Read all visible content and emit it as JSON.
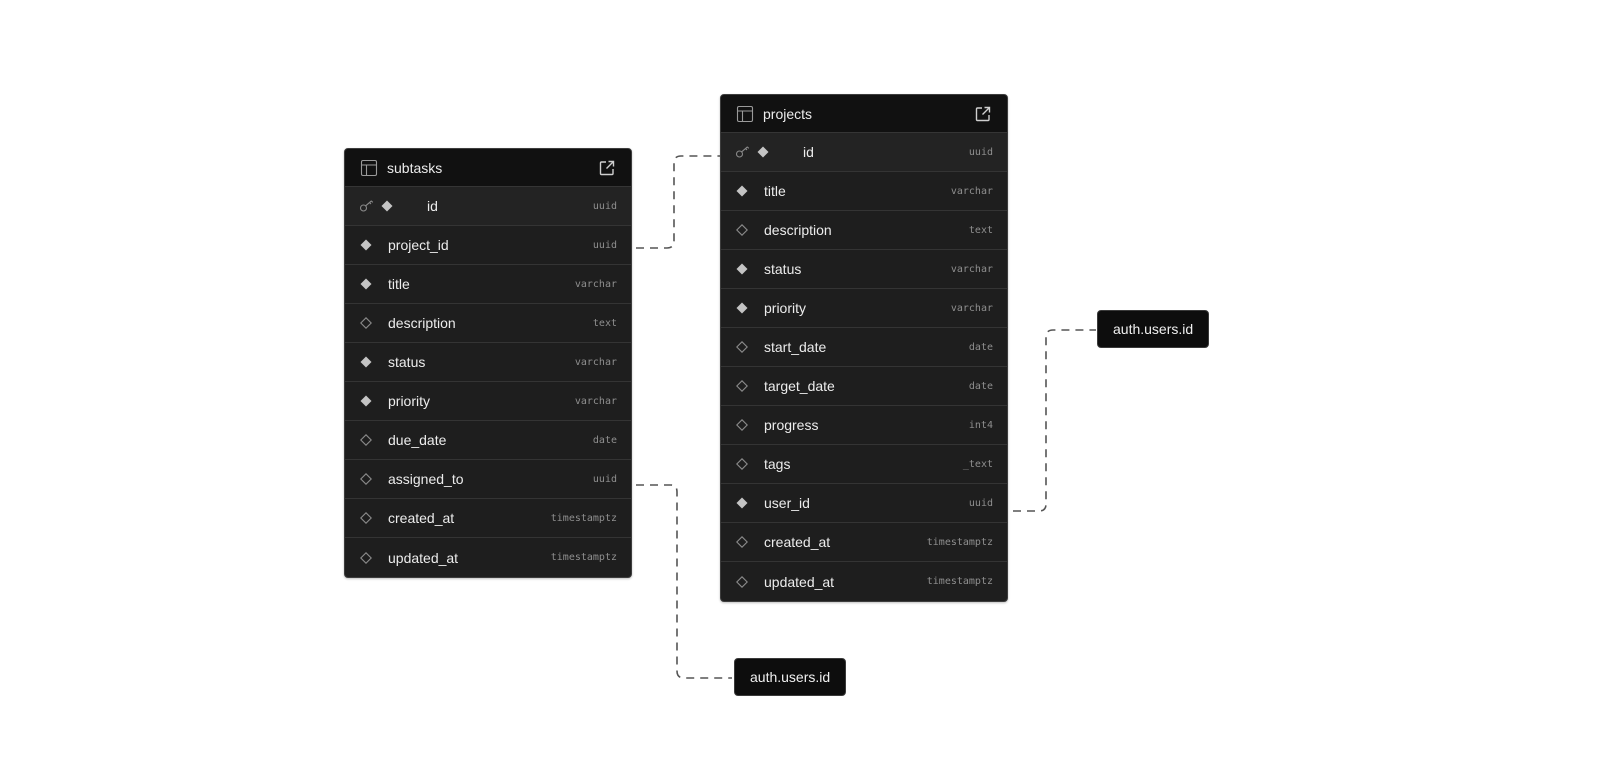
{
  "tables": [
    {
      "name": "subtasks",
      "columns": [
        {
          "name": "id",
          "type": "uuid",
          "pk": true,
          "nullable": false
        },
        {
          "name": "project_id",
          "type": "uuid",
          "nullable": false
        },
        {
          "name": "title",
          "type": "varchar",
          "nullable": false
        },
        {
          "name": "description",
          "type": "text",
          "nullable": true
        },
        {
          "name": "status",
          "type": "varchar",
          "nullable": false
        },
        {
          "name": "priority",
          "type": "varchar",
          "nullable": false
        },
        {
          "name": "due_date",
          "type": "date",
          "nullable": true
        },
        {
          "name": "assigned_to",
          "type": "uuid",
          "nullable": true
        },
        {
          "name": "created_at",
          "type": "timestamptz",
          "nullable": true
        },
        {
          "name": "updated_at",
          "type": "timestamptz",
          "nullable": true
        }
      ]
    },
    {
      "name": "projects",
      "columns": [
        {
          "name": "id",
          "type": "uuid",
          "pk": true,
          "nullable": false
        },
        {
          "name": "title",
          "type": "varchar",
          "nullable": false
        },
        {
          "name": "description",
          "type": "text",
          "nullable": true
        },
        {
          "name": "status",
          "type": "varchar",
          "nullable": false
        },
        {
          "name": "priority",
          "type": "varchar",
          "nullable": false
        },
        {
          "name": "start_date",
          "type": "date",
          "nullable": true
        },
        {
          "name": "target_date",
          "type": "date",
          "nullable": true
        },
        {
          "name": "progress",
          "type": "int4",
          "nullable": true
        },
        {
          "name": "tags",
          "type": "_text",
          "nullable": true
        },
        {
          "name": "user_id",
          "type": "uuid",
          "nullable": false
        },
        {
          "name": "created_at",
          "type": "timestamptz",
          "nullable": true
        },
        {
          "name": "updated_at",
          "type": "timestamptz",
          "nullable": true
        }
      ]
    }
  ],
  "references": [
    {
      "label": "auth.users.id"
    },
    {
      "label": "auth.users.id"
    }
  ],
  "relations": [
    {
      "from": "subtasks.project_id",
      "to": "projects.id"
    },
    {
      "from": "subtasks.assigned_to",
      "to": "auth.users.id"
    },
    {
      "from": "projects.user_id",
      "to": "auth.users.id"
    }
  ],
  "icons": {
    "table": "table-icon",
    "open": "external-link-icon",
    "primary_key": "key-icon",
    "not_null": "diamond-filled-icon",
    "nullable": "diamond-outline-icon"
  },
  "colors": {
    "canvas": "#ffffff",
    "table_bg": "#1e1e1e",
    "header_bg": "#111111",
    "text": "#ececec",
    "type_text": "#8f8f8f",
    "edge": "#555555"
  }
}
